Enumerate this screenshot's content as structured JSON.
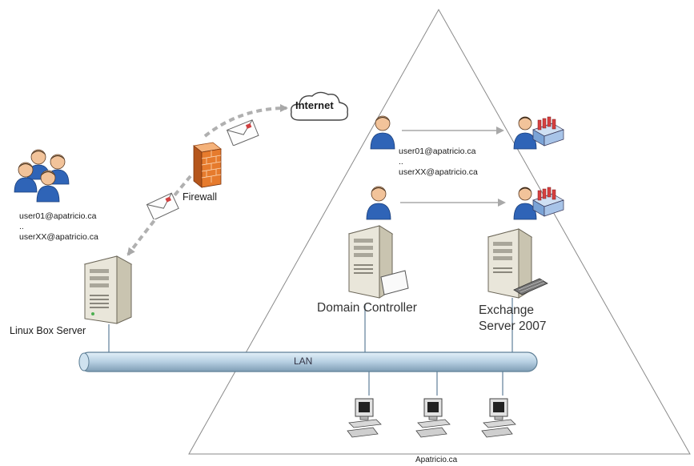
{
  "labels": {
    "internet": "Internet",
    "firewall": "Firewall",
    "linux_users": [
      "user01@apatricio.ca",
      "..",
      "userXX@apatricio.ca"
    ],
    "linux_server": "Linux Box Server",
    "domain_users": [
      "user01@apatricio.ca",
      "..",
      "userXX@apatricio.ca"
    ],
    "domain_controller": "Domain Controller",
    "exchange_server": [
      "Exchange",
      "Server 2007"
    ],
    "lan": "LAN",
    "domain": "Apatricio.ca"
  },
  "colors": {
    "lan_pipe": "#b9d3e6",
    "arrow": "#a0a0a0",
    "firewall": "#e07a2a",
    "user_shirt": "#2f64b7",
    "server": "#e9e6da"
  }
}
